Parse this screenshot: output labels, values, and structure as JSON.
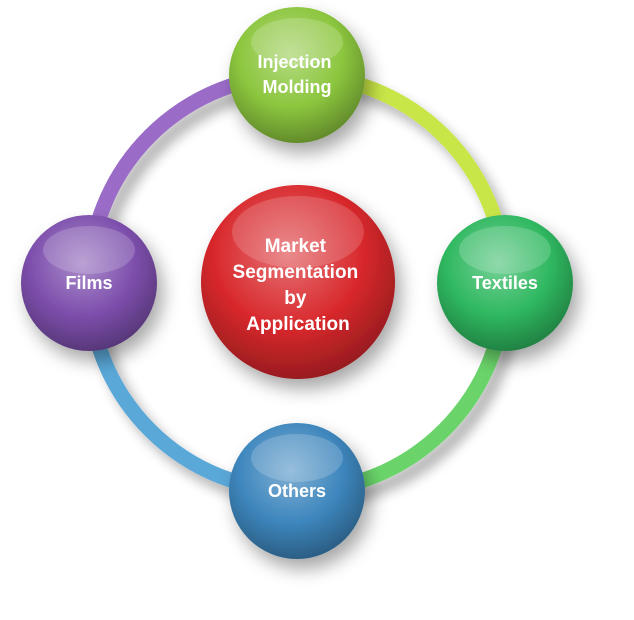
{
  "diagram": {
    "center": {
      "lines": [
        "Market",
        "Segmentation",
        "by",
        "Application"
      ],
      "color": "#d8282c"
    },
    "nodes": [
      {
        "key": "top",
        "lines": [
          "Injection",
          "Molding"
        ],
        "color": "#8cc63e"
      },
      {
        "key": "right",
        "lines": [
          "Textiles"
        ],
        "color": "#2fb860"
      },
      {
        "key": "bottom",
        "lines": [
          "Others"
        ],
        "color": "#3d86bd"
      },
      {
        "key": "left",
        "lines": [
          "Films"
        ],
        "color": "#7d4fad"
      }
    ],
    "arcs": [
      {
        "from": "top",
        "to": "right",
        "color": "#c8e646"
      },
      {
        "from": "right",
        "to": "bottom",
        "color": "#6bd46a"
      },
      {
        "from": "bottom",
        "to": "left",
        "color": "#5aa8d8"
      },
      {
        "from": "left",
        "to": "top",
        "color": "#9a6cc8"
      }
    ]
  }
}
